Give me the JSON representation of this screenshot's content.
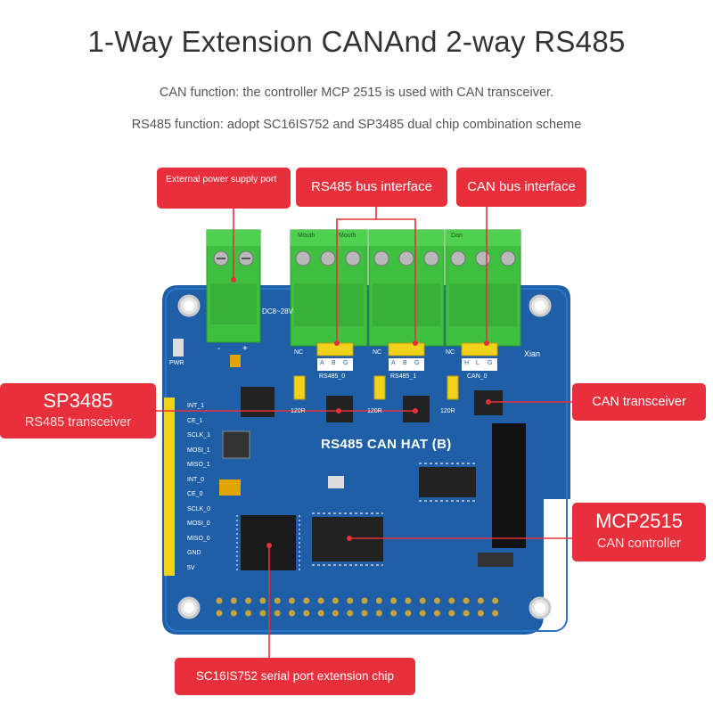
{
  "title": {
    "part1": "1-Way Extension CAN",
    "part2": "And 2-way RS485"
  },
  "subtitles": {
    "line1": "CAN function: the controller MCP 2515 is used with CAN transceiver.",
    "line2": "RS485 function: adopt SC16IS752 and SP3485 dual chip combination scheme"
  },
  "callouts": {
    "power": "External power supply port",
    "rs485_bus": "RS485 bus interface",
    "can_bus": "CAN bus interface",
    "sp3485_title": "SP3485",
    "sp3485_sub": "RS485 transceiver",
    "can_transceiver": "CAN transceiver",
    "mcp2515_title": "MCP2515",
    "mcp2515_sub": "CAN controller",
    "sc16is752": "SC16IS752 serial port extension chip"
  },
  "board": {
    "name": "RS485 CAN HAT (B)",
    "voltage": "DC8~28V",
    "pwr": "PWR",
    "xtal": "Xian",
    "rs485_0": "RS485_0",
    "rs485_1": "RS485_1",
    "can_0": "CAN_0",
    "nc": "NC",
    "r120": "120R",
    "pins_abg": [
      "A",
      "B",
      "G"
    ],
    "pins_hlg": [
      "H",
      "L",
      "G"
    ],
    "side_labels": [
      "INT_1",
      "CE_1",
      "SCLK_1",
      "MOSI_1",
      "MISO_1",
      "INT_0",
      "CE_0",
      "SCLK_0",
      "MOSI_0",
      "MISO_0",
      "GND",
      "5V"
    ],
    "terminal_labels": [
      "Mouth",
      "Mouth",
      "Dan"
    ],
    "plus": "+",
    "minus": "-"
  },
  "colors": {
    "accent": "#e8303c",
    "board": "#1f5fa8",
    "terminal": "#3fbf3f",
    "header": "#f2d21a"
  }
}
